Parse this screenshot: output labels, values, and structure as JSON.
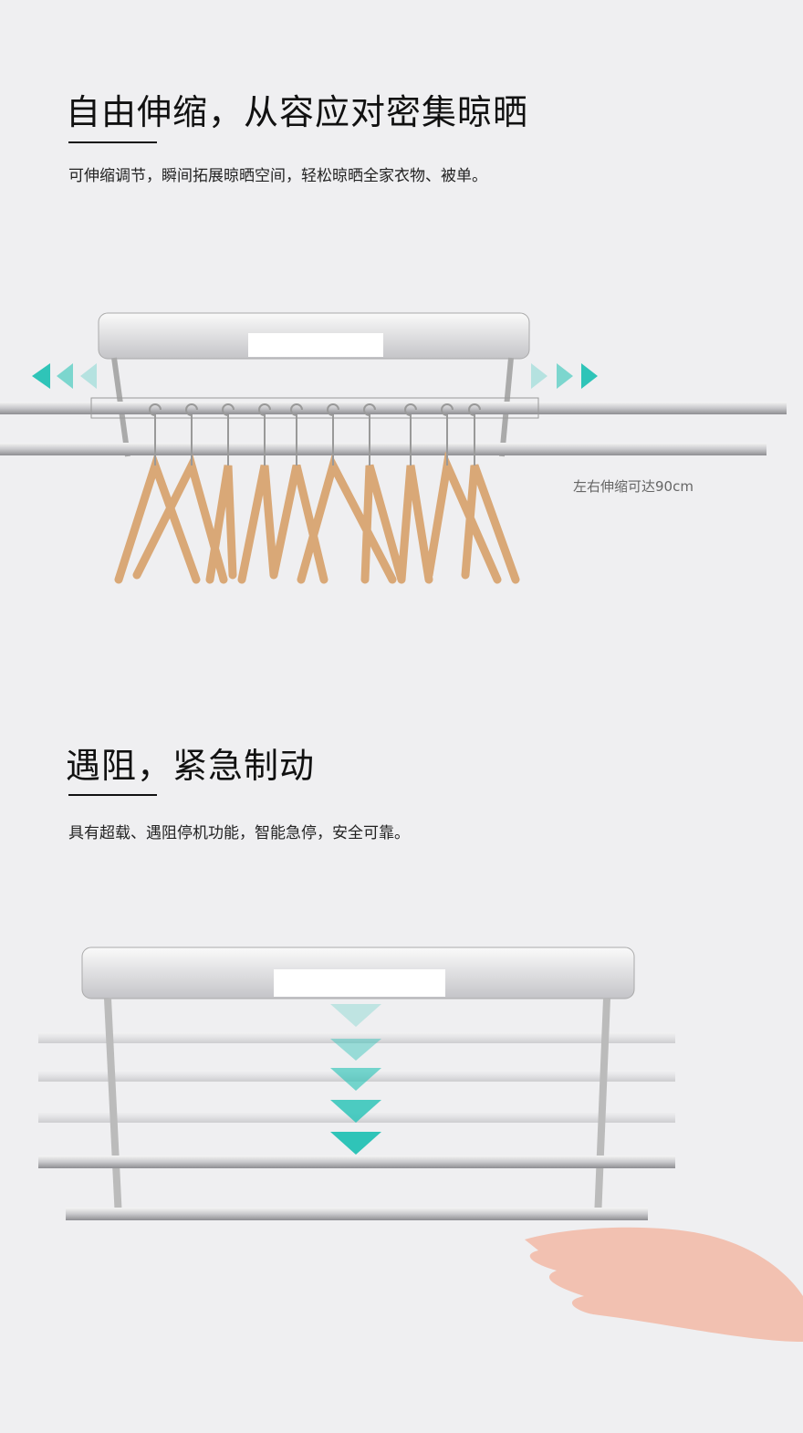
{
  "section1": {
    "title": "自由伸缩，从容应对密集晾晒",
    "subtitle": "可伸缩调节，瞬间拓展晾晒空间，轻松晾晒全家衣物、被单。",
    "extend_label": "左右伸缩可达90cm"
  },
  "section2": {
    "title": "遇阻，紧急制动",
    "subtitle": "具有超载、遇阻停机功能，智能急停，安全可靠。"
  },
  "colors": {
    "background": "#efeff1",
    "accent_arrows": "#2fc4b8",
    "hanger_wood": "#d9a877"
  }
}
